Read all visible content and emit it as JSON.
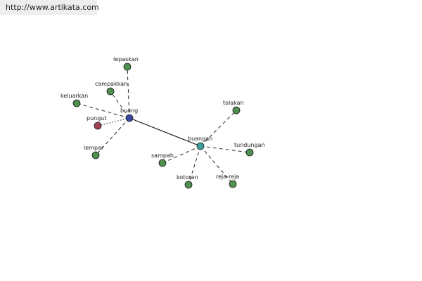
{
  "watermark": {
    "url": "http://www.artikata.com"
  },
  "colors": {
    "main_node": "#3a4aa0",
    "hub_node": "#3f9f9f",
    "synonym_node": "#4f8f4f",
    "antonym_node": "#a04050",
    "edge": "#111111"
  },
  "graph": {
    "nodes": [
      {
        "id": "buang",
        "label": "buang",
        "kind": "main"
      },
      {
        "id": "buangan",
        "label": "buangan",
        "kind": "hub"
      },
      {
        "id": "lepaskan",
        "label": "lepaskan",
        "kind": "synonym"
      },
      {
        "id": "campakkan",
        "label": "campakkan",
        "kind": "synonym"
      },
      {
        "id": "keluarkan",
        "label": "keluarkan",
        "kind": "synonym"
      },
      {
        "id": "pungut",
        "label": "pungut",
        "kind": "antonym"
      },
      {
        "id": "lempar",
        "label": "lempar",
        "kind": "synonym"
      },
      {
        "id": "tolakan",
        "label": "tolakan",
        "kind": "synonym"
      },
      {
        "id": "tundungan",
        "label": "tundungan",
        "kind": "synonym"
      },
      {
        "id": "sampah",
        "label": "sampah",
        "kind": "synonym"
      },
      {
        "id": "kotoran",
        "label": "kotoran",
        "kind": "synonym"
      },
      {
        "id": "reja-reja",
        "label": "reja-reja",
        "kind": "synonym"
      }
    ],
    "edges": [
      {
        "from": "buang",
        "to": "buangan",
        "style": "solid"
      },
      {
        "from": "buang",
        "to": "lepaskan",
        "style": "dashed"
      },
      {
        "from": "buang",
        "to": "campakkan",
        "style": "dashed"
      },
      {
        "from": "buang",
        "to": "keluarkan",
        "style": "dashed"
      },
      {
        "from": "buang",
        "to": "pungut",
        "style": "dotted"
      },
      {
        "from": "buang",
        "to": "lempar",
        "style": "dashed"
      },
      {
        "from": "buangan",
        "to": "tolakan",
        "style": "dashed"
      },
      {
        "from": "buangan",
        "to": "tundungan",
        "style": "dashed"
      },
      {
        "from": "buangan",
        "to": "sampah",
        "style": "dashed"
      },
      {
        "from": "buangan",
        "to": "kotoran",
        "style": "dashed"
      },
      {
        "from": "buangan",
        "to": "reja-reja",
        "style": "dashed"
      }
    ]
  }
}
